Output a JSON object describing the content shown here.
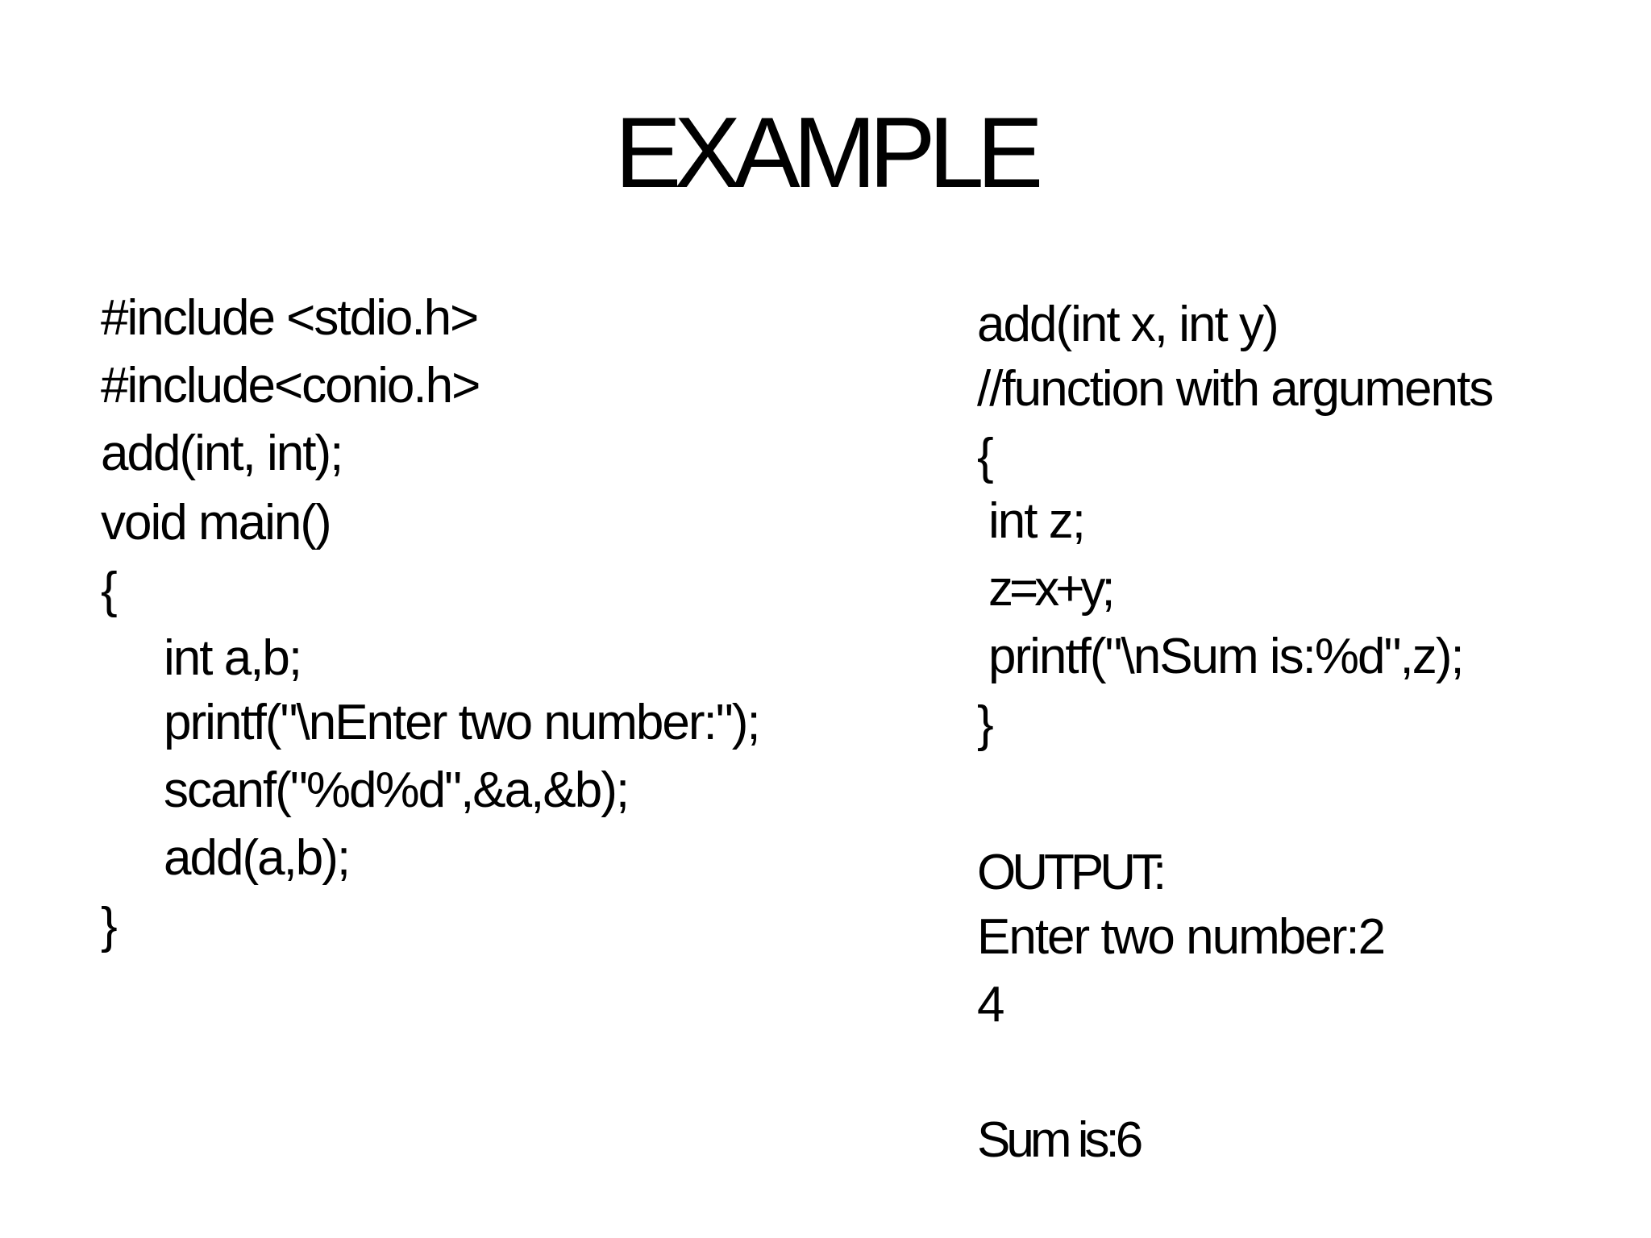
{
  "slide": {
    "title": "EXAMPLE"
  },
  "left_code": {
    "lines": [
      "#include <stdio.h>",
      "#include<conio.h>",
      "add(int, int);",
      "void main()",
      "{",
      "int a,b;",
      "printf(\"\\nEnter two number:\");",
      "scanf(\"%d%d\",&a,&b);",
      "add(a,b);",
      "}"
    ]
  },
  "right_code": {
    "lines": [
      "add(int x, int y)",
      "//function with arguments",
      "{",
      "int z;",
      "z=x+y;",
      "printf(\"\\nSum is:%d\",z);",
      "}"
    ]
  },
  "output": {
    "heading": "OUTPUT:",
    "lines": [
      "Enter two number:2",
      "4",
      "Sum is:6"
    ]
  }
}
